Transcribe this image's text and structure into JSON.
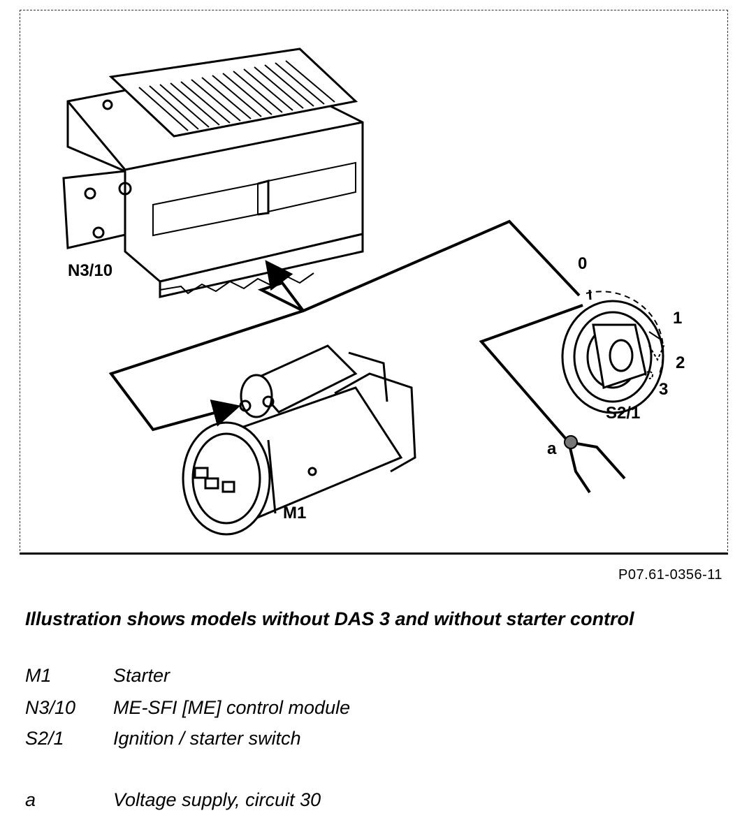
{
  "figure": {
    "labels": {
      "n3_10": "N3/10",
      "m1": "M1",
      "s2_1": "S2/1",
      "a": "a",
      "pos0": "0",
      "pos1": "1",
      "pos2": "2",
      "pos3": "3"
    },
    "reference": "P07.61-0356-11"
  },
  "caption": "Illustration shows models without DAS 3 and  without starter control",
  "legend": [
    {
      "code": "M1",
      "description": "Starter"
    },
    {
      "code": "N3/10",
      "description": "ME-SFI [ME] control module"
    },
    {
      "code": "S2/1",
      "description": "Ignition / starter switch"
    },
    {
      "code": "a",
      "description": "Voltage supply, circuit 30"
    }
  ]
}
